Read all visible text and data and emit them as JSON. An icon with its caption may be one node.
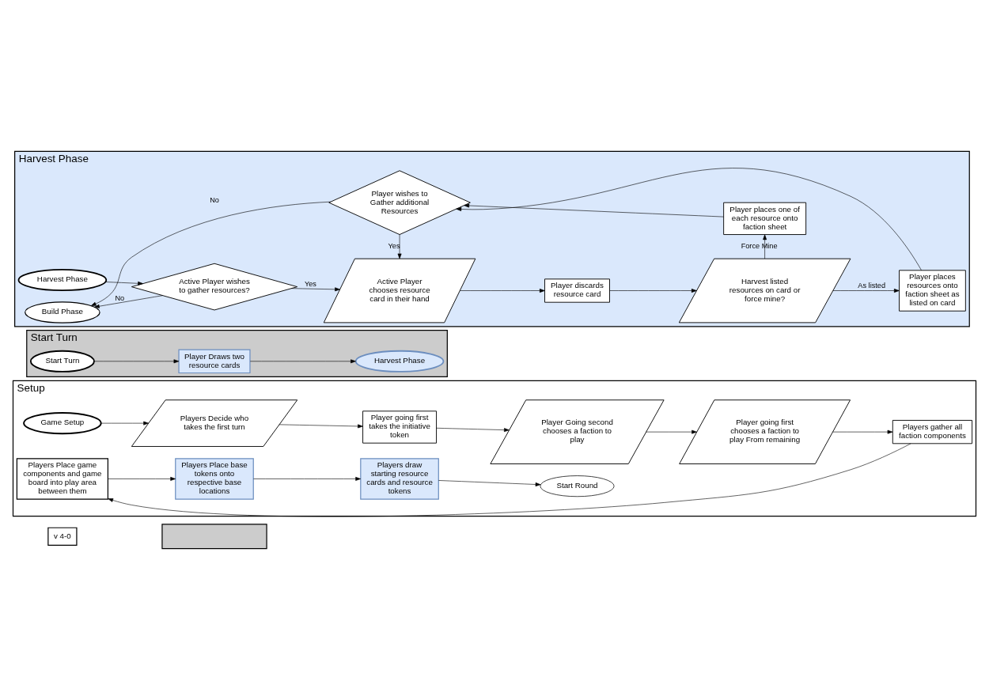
{
  "diagram": {
    "nodes": [
      {
        "text": [
          "v 4-0"
        ]
      },
      {
        "text": [],
        "shape": "box"
      },
      {
        "text": [
          "Setup"
        ]
      },
      {
        "text": [
          "Game Setup"
        ],
        "in": 2
      },
      {
        "text": [
          "Players Decide who takes the first turn"
        ],
        "in": 2
      },
      {
        "text": [
          "Player going first takes the initiative token"
        ],
        "in": 2
      },
      {
        "text": [
          "Player Going second chooses a faction to play"
        ],
        "in": 2
      },
      {
        "text": [
          "Player going first chooses a faction to play From remaining"
        ],
        "in": 2
      },
      {
        "text": [
          "Players gather all faction components"
        ],
        "in": 2
      },
      {
        "text": [
          "Players Place game components and game board into play area between them"
        ],
        "in": 2
      },
      {
        "text": [
          "Players Place base tokens onto respective base locations"
        ],
        "in": 2
      },
      {
        "text": [
          "Players draw starting resource cards and resource tokens"
        ],
        "in": 2
      },
      {
        "text": [
          "Start Round"
        ],
        "in": 2
      },
      {
        "text": [
          "Start Turn"
        ]
      },
      {
        "text": [
          "Start Turn"
        ],
        "in": 13
      },
      {
        "text": [
          "Player Draws two resource cards"
        ],
        "in": 13
      },
      {
        "text": [
          "Harvest Phase"
        ],
        "in": 13
      },
      {
        "text": [
          "Harvest Phase"
        ]
      },
      {
        "text": [
          "Harvest Phase"
        ],
        "in": 17
      },
      {
        "text": [
          "Active Player wishes to gather resources?"
        ],
        "in": 17
      },
      {
        "text": [
          "Active Player chooses resource card in their hand"
        ],
        "in": 17
      },
      {
        "text": [
          "Player discards resource card"
        ],
        "in": 17
      },
      {
        "text": [
          "Harvest listed resources on card or force mine?"
        ],
        "in": 17
      },
      {
        "text": [
          "Player places resources onto faction sheet as listed on card"
        ],
        "in": 17
      },
      {
        "text": [
          "Build Phase"
        ],
        "in": 17
      },
      {
        "text": [
          "Player wishes to Gather additional Resources"
        ],
        "in": 17
      },
      {
        "text": [
          "Player places one of each resource onto faction sheet"
        ],
        "in": 17
      }
    ],
    "edges": [
      {
        "from": 3,
        "to": 4,
        "arrow": "to"
      },
      {
        "from": 4,
        "to": 5,
        "arrow": "to"
      },
      {
        "from": 5,
        "to": 6,
        "arrow": "to"
      },
      {
        "from": 6,
        "to": 7,
        "arrow": "to"
      },
      {
        "from": 7,
        "to": 8,
        "arrow": "to"
      },
      {
        "from": 8,
        "to": 9,
        "arrow": "to"
      },
      {
        "from": 9,
        "to": 10,
        "arrow": "to"
      },
      {
        "from": 10,
        "to": 11,
        "arrow": "to"
      },
      {
        "from": 11,
        "to": 12,
        "arrow": "to"
      },
      {
        "from": 14,
        "to": 15,
        "arrow": "to"
      },
      {
        "from": 15,
        "to": 16,
        "arrow": "to"
      },
      {
        "from": 18,
        "to": 19,
        "arrow": "to"
      },
      {
        "from": 19,
        "to": 20,
        "arrow": "to",
        "label": "Yes"
      },
      {
        "from": 20,
        "to": 21,
        "arrow": "to"
      },
      {
        "from": 21,
        "to": 22,
        "arrow": "to"
      },
      {
        "from": 22,
        "to": 23,
        "arrow": "to",
        "label": "As listed"
      },
      {
        "from": 22,
        "to": 26,
        "arrow": "to",
        "label": "Force Mine"
      },
      {
        "from": 26,
        "to": 25,
        "arrow": "to"
      },
      {
        "from": 23,
        "to": 25,
        "arrow": "to"
      },
      {
        "from": 25,
        "to": 20,
        "arrow": "to",
        "label": "Yes"
      },
      {
        "from": 25,
        "to": 24,
        "arrow": "to",
        "label": "No"
      },
      {
        "from": 19,
        "to": 24,
        "arrow": "to",
        "label": "No"
      }
    ]
  }
}
